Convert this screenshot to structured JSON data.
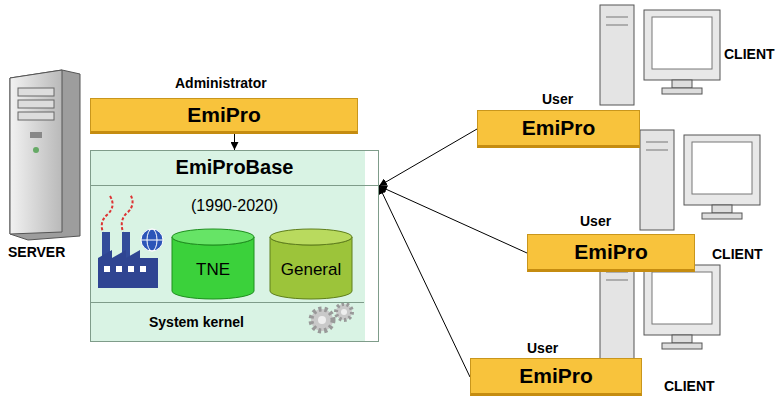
{
  "diagram": {
    "nodes": [
      {
        "text": [
          "Administrator",
          "EmiPro"
        ]
      },
      {
        "text": [
          "EmiProBase",
          "(1990-2020)"
        ]
      },
      {
        "text": [
          "TNE"
        ],
        "in": 1
      },
      {
        "text": [
          "General"
        ],
        "in": 1
      },
      {
        "text": [
          "System kernel"
        ],
        "in": 1
      },
      {
        "text": [
          "User",
          "EmiPro"
        ]
      },
      {
        "text": [
          "User",
          "EmiPro"
        ]
      },
      {
        "text": [
          "User",
          "EmiPro"
        ]
      }
    ],
    "edges": [
      {
        "from": 0,
        "to": 1,
        "arrow": "to"
      },
      {
        "from": 5,
        "to": 1,
        "arrow": "to"
      },
      {
        "from": 6,
        "to": 1,
        "arrow": "to"
      },
      {
        "from": 7,
        "to": 1,
        "arrow": "to"
      }
    ],
    "labels": [
      "SERVER",
      "CLIENT",
      "CLIENT",
      "CLIENT"
    ]
  }
}
